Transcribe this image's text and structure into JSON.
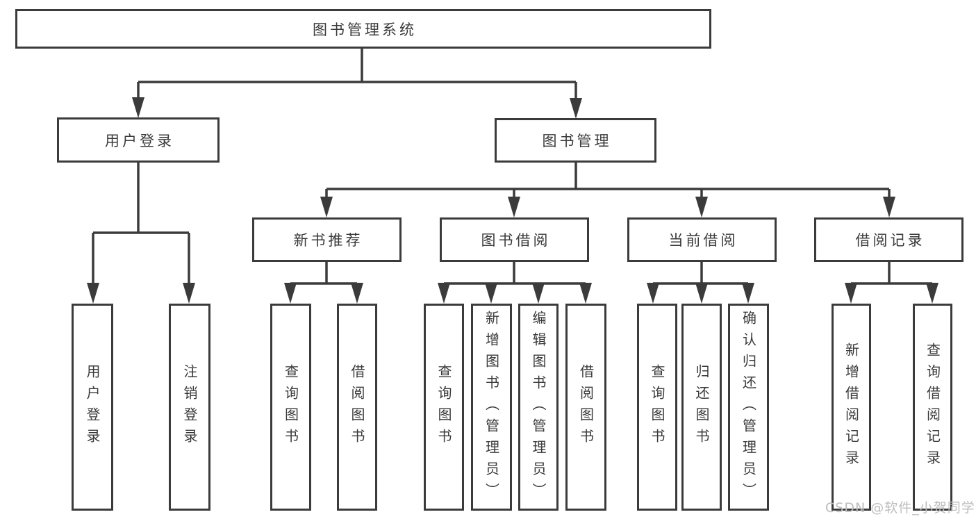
{
  "diagram": {
    "root": {
      "label": "图书管理系统"
    },
    "login": {
      "label": "用户登录",
      "children": [
        "用户登录",
        "注销登录"
      ]
    },
    "management": {
      "label": "图书管理",
      "modules": [
        {
          "label": "新书推荐",
          "children": [
            "查询图书",
            "借阅图书"
          ]
        },
        {
          "label": "图书借阅",
          "children": [
            "查询图书",
            "新增图书（管理员）",
            "编辑图书（管理员）",
            "借阅图书"
          ]
        },
        {
          "label": "当前借阅",
          "children": [
            "查询图书",
            "归还图书",
            "确认归还（管理员）"
          ]
        },
        {
          "label": "借阅记录",
          "children": [
            "新增借阅记录",
            "查询借阅记录"
          ]
        }
      ]
    }
  },
  "watermark": {
    "text": "CSDN @软件_小贺同学"
  },
  "colors": {
    "line": "#3b3b3b",
    "text": "#3a3a3a",
    "box_background": "#ffffff",
    "watermark": "#bdbdbd",
    "page_background": "#ffffff"
  }
}
